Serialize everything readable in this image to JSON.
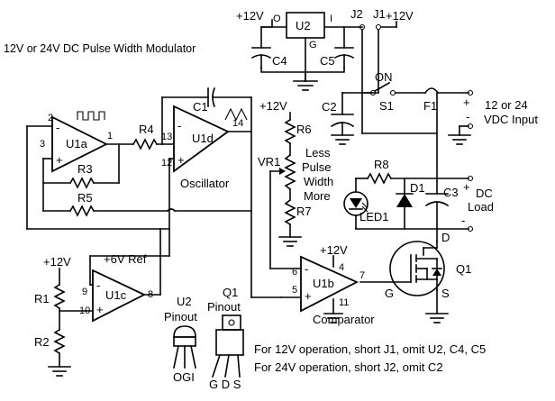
{
  "title": "12V or 24V DC Pulse Width Modulator",
  "parts": {
    "u1a": "U1a",
    "u1b": "U1b",
    "u1c": "U1c",
    "u1d": "U1d",
    "u2": "U2",
    "c1": "C1",
    "c2": "C2",
    "c3": "C3",
    "c4": "C4",
    "c5": "C5",
    "r1": "R1",
    "r2": "R2",
    "r3": "R3",
    "r4": "R4",
    "r5": "R5",
    "r6": "R6",
    "r7": "R7",
    "r8": "R8",
    "vr1": "VR1",
    "d1": "D1",
    "led1": "LED1",
    "q1": "Q1",
    "s1": "S1",
    "f1": "F1",
    "j1": "J1",
    "j2": "J2",
    "on": "ON"
  },
  "pins": {
    "p1": "1",
    "p2": "2",
    "p3": "3",
    "p4": "4",
    "p5": "5",
    "p6": "6",
    "p7": "7",
    "p8": "8",
    "p9": "9",
    "p10": "10",
    "p11": "11",
    "p12": "12",
    "p13": "13",
    "p14": "14",
    "u2_o": "O",
    "u2_g": "G",
    "u2_i": "I",
    "q1_d": "D",
    "q1_g": "G",
    "q1_s": "S"
  },
  "labels": {
    "plus12v": "+12V",
    "ref": "+6V Ref",
    "oscillator": "Oscillator",
    "comparator": "Comparator",
    "less": "Less",
    "pulse": "Pulse",
    "width": "Width",
    "more": "More",
    "input1": "12 or 24",
    "input2": "VDC Input",
    "load1": "DC",
    "load2": "Load",
    "plus": "+",
    "minus": "-",
    "u2_pinout_title": "U2",
    "q1_pinout_title": "Q1",
    "pinout": "Pinout",
    "u2_pins": "OGI",
    "q1_pins": "G D S"
  },
  "notes": [
    "For 12V operation, short J1, omit U2, C4, C5",
    "For 24V operation, short J2, omit C2"
  ]
}
